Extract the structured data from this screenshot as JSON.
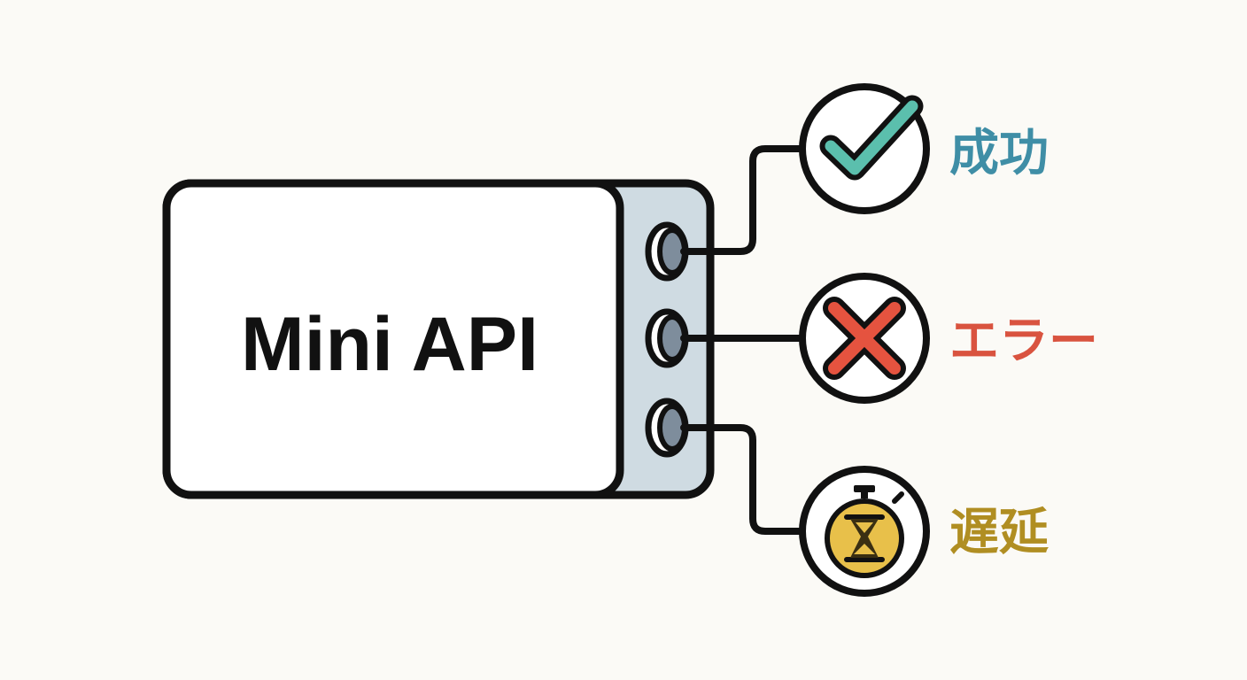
{
  "device": {
    "title": "Mini API"
  },
  "outputs": [
    {
      "id": "success",
      "label": "成功",
      "icon": "checkmark-icon",
      "color": "#3f8ea6",
      "icon_color": "#5bbfad"
    },
    {
      "id": "error",
      "label": "エラー",
      "icon": "x-mark-icon",
      "color": "#d9533f",
      "icon_color": "#e5533f"
    },
    {
      "id": "delay",
      "label": "遅延",
      "icon": "stopwatch-hourglass-icon",
      "color": "#b08e22",
      "icon_color": "#e8c04a"
    }
  ],
  "colors": {
    "outline": "#111111",
    "panel": "#ffffff",
    "port_strip": "#cfdbe2",
    "port_fill": "#7e8d9c",
    "background": "#fbfaf6"
  }
}
